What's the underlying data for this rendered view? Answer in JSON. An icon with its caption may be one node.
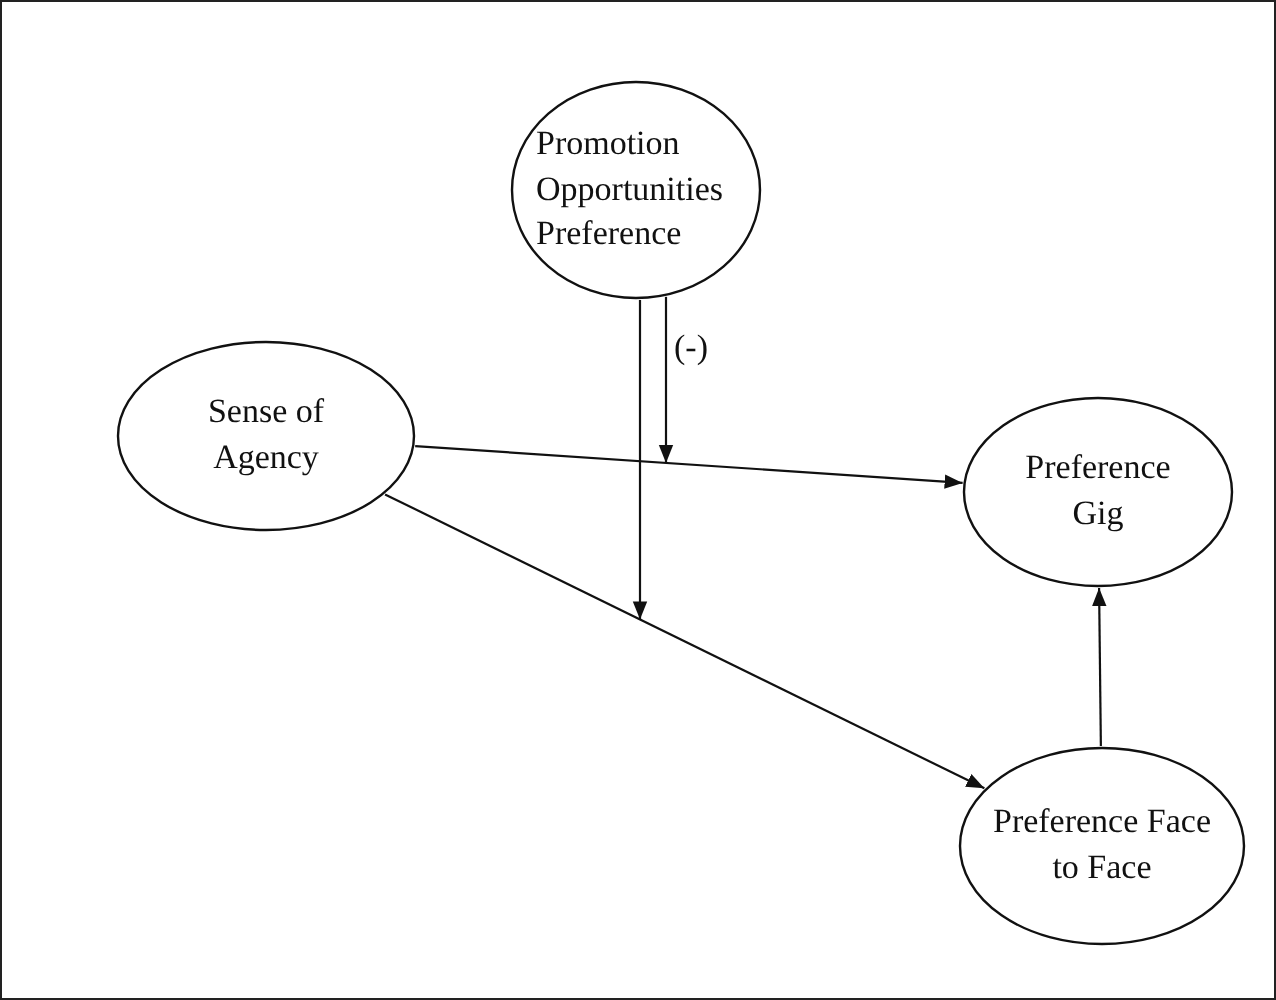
{
  "diagram": {
    "nodes": [
      {
        "text": [
          "Promotion Opportunities Preference"
        ]
      },
      {
        "text": [
          "Sense of Agency"
        ]
      },
      {
        "text": [
          "Preference Gig"
        ]
      },
      {
        "text": [
          "Preference Face to Face"
        ]
      }
    ],
    "edges": [
      {
        "from": 1,
        "to": 2,
        "arrow": "to"
      },
      {
        "from": 1,
        "to": 3,
        "arrow": "to"
      },
      {
        "from": 3,
        "to": 2,
        "arrow": "to"
      },
      {
        "from": 0,
        "to": null,
        "arrow": "to",
        "label": "(-)"
      },
      {
        "from": 0,
        "to": null,
        "arrow": "to"
      }
    ]
  }
}
